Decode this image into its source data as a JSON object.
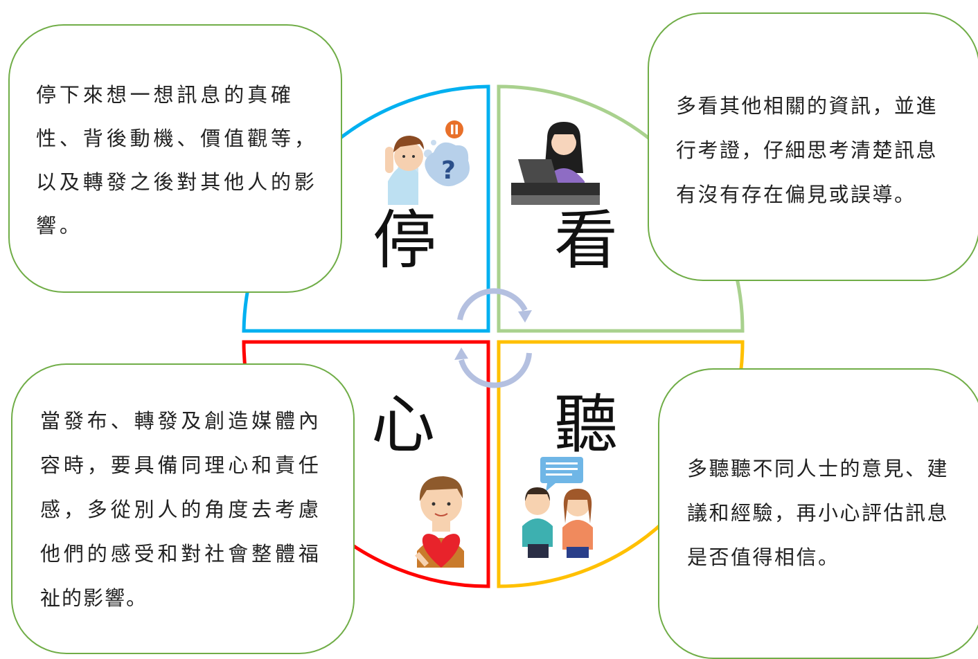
{
  "quadrants": {
    "stop": {
      "label": "停",
      "color": "#00b0f0"
    },
    "look": {
      "label": "看",
      "color": "#a9d18e"
    },
    "heart": {
      "label": "心",
      "color": "#ff0000"
    },
    "listen": {
      "label": "聽",
      "color": "#ffc000"
    }
  },
  "boxes": {
    "stop": [
      "停下來想一想訊息的真確",
      "性、背後動機、價值觀等，",
      "以及轉發之後對其他人的影",
      "響。"
    ],
    "look": [
      "多看其他相關的資訊，並進",
      "行考證，仔細思考清楚訊息",
      "有沒有存在偏見或誤導。"
    ],
    "heart": [
      "當發布、轉發及創造媒體內",
      "容時，要具備同理心和責任",
      "感，多從別人的角度去考慮",
      "他們的感受和對社會整體福",
      "祉的影響。"
    ],
    "listen": [
      "多聽聽不同人士的意見、建",
      "議和經驗，再小心評估訊息",
      "是否值得相信。"
    ]
  },
  "colors": {
    "box_border": "#70ad47",
    "cycle_arrows": "#b4c0e0"
  },
  "icons": [
    "thinking-man-icon",
    "pause-icon",
    "question-bubble-icon",
    "woman-at-laptop-icon",
    "man-with-heart-icon",
    "two-people-talking-icon",
    "speech-bubble-icon",
    "cycle-arrows-icon"
  ]
}
